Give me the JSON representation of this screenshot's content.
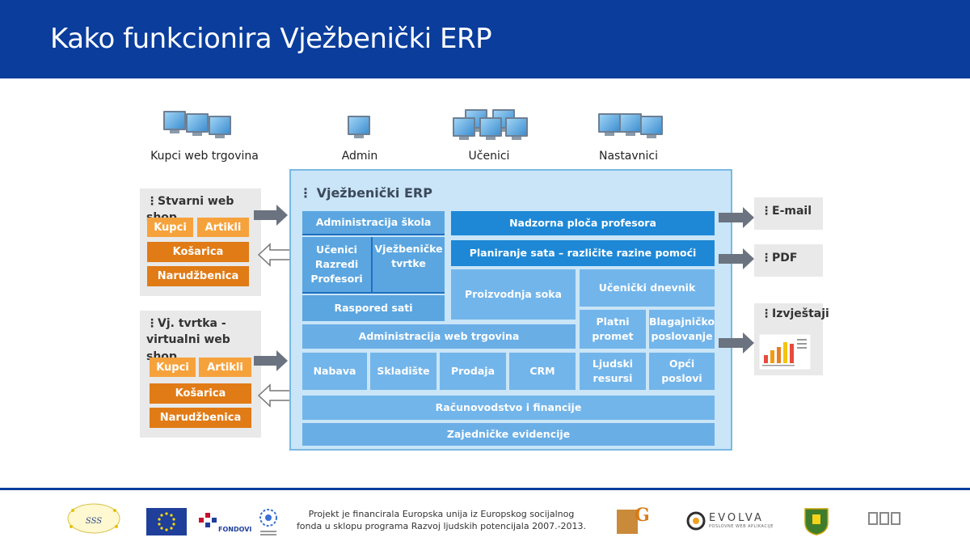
{
  "header": {
    "title": "Kako funkcionira Vježbenički ERP"
  },
  "users": [
    {
      "label": "Kupci web trgovina"
    },
    {
      "label": "Admin"
    },
    {
      "label": "Učenici"
    },
    {
      "label": "Nastavnici"
    }
  ],
  "erp": {
    "title": "Vježbenički ERP",
    "modules": {
      "administracija_skola": "Administracija škola",
      "ucenici": "Učenici",
      "razredi": "Razredi",
      "profesori": "Profesori",
      "vjezbenicke": "Vježbeničke",
      "tvrtke": "tvrtke",
      "raspored_sati": "Raspored sati",
      "nadzorna_ploca": "Nadzorna ploča profesora",
      "planiranje_sata": "Planiranje sata –  različite razine pomoći",
      "proizvodnja_soka": "Proizvodnja soka",
      "ucenicki_dnevnik": "Učenički dnevnik",
      "platni": "Platni",
      "promet": "promet",
      "blagajnicko": "Blagajničko",
      "poslovanje": "poslovanje",
      "admin_web": "Administracija web trgovina",
      "nabava": "Nabava",
      "skladiste": "Skladište",
      "prodaja": "Prodaja",
      "crm": "CRM",
      "ljudski": "Ljudski",
      "resursi": "resursi",
      "opci": "Opći",
      "poslovi": "poslovi",
      "racunovodstvo": "Računovodstvo i financije",
      "zajednicke": "Zajedničke evidencije"
    }
  },
  "shops": {
    "real": {
      "title": "Stvarni web shop",
      "kupci": "Kupci",
      "artikli": "Artikli",
      "kosarica": "Košarica",
      "narudzbenica": "Narudžbenica"
    },
    "virtual": {
      "title_line1": "Vj. tvrtka -",
      "title_line2": "virtualni web shop",
      "kupci": "Kupci",
      "artikli": "Artikli",
      "kosarica": "Košarica",
      "narudzbenica": "Narudžbenica"
    }
  },
  "outputs": {
    "email": "E-mail",
    "pdf": "PDF",
    "izvjestaji": "Izvještaji"
  },
  "footer": {
    "line1": "Projekt je financirala Europska unija iz Europskog socijalnog",
    "line2": "fonda u sklopu programa Razvoj ljudskih potencijala 2007.-2013.",
    "fondovi": "FONDOVI",
    "evolva": "EVOLVA",
    "evolva_sub": "POSLOVNE WEB APLIKACIJE",
    "sss": "SSS"
  },
  "colors": {
    "header_bg": "#0a3d9c",
    "erp_bg": "#c9e5f7",
    "module_dark": "#1e88d6",
    "module_light": "#72b5ea",
    "orange_light": "#f6a23c",
    "orange_dark": "#e07b16"
  }
}
